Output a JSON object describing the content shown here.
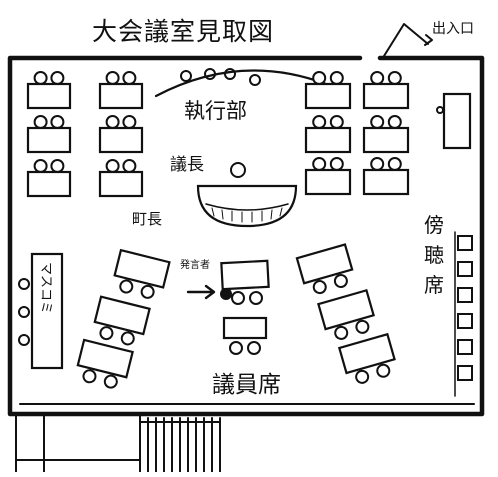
{
  "title": "大会議室見取図",
  "labels": {
    "entrance": "出入口",
    "executive": "執行部",
    "chair_person": "議長",
    "mayor": "町長",
    "press": "マスコミ",
    "spectators": "傍聴席",
    "members": "議員席",
    "speaker_note": "発言者"
  },
  "colors": {
    "ink": "#111111",
    "paper": "#ffffff"
  }
}
